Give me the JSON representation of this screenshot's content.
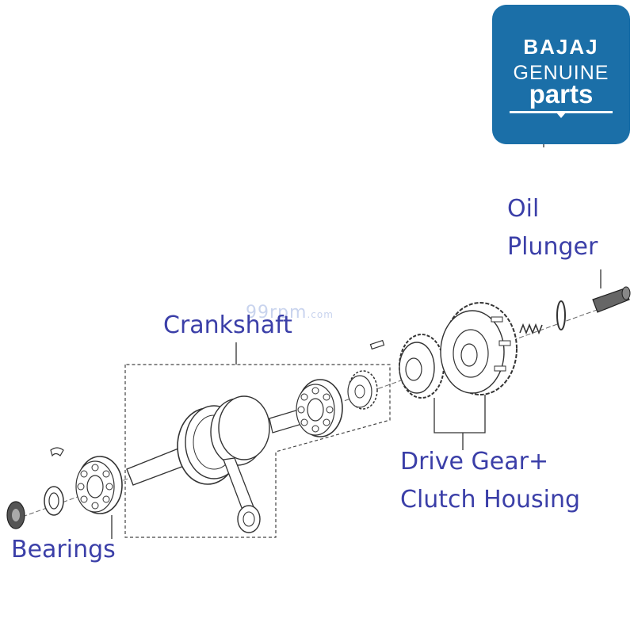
{
  "logo": {
    "brand": "BAJAJ",
    "line1": "GENUINE",
    "line2": "parts",
    "color": "#1b6fa8"
  },
  "watermark": {
    "main": "99rpm",
    "suffix": ".com"
  },
  "labels": {
    "oil": "Oil",
    "plunger": "Plunger",
    "crankshaft": "Crankshaft",
    "drive_gear": "Drive Gear+",
    "clutch_housing": "Clutch Housing",
    "bearings": "Bearings"
  },
  "colors": {
    "label": "#3b3fa8",
    "line": "#333333"
  }
}
